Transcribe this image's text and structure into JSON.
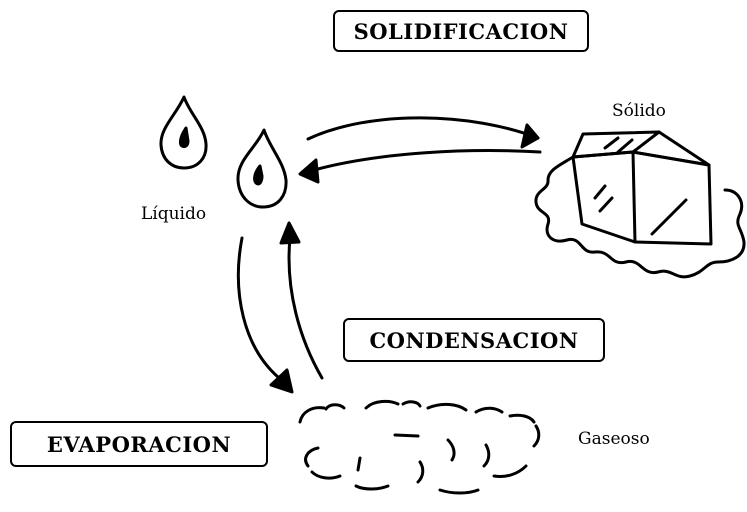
{
  "labels": {
    "solidificacion": "SOLIDIFICACION",
    "condensacion": "CONDENSACION",
    "evaporacion": "EVAPORACION",
    "liquido": "Líquido",
    "solido": "Sólido",
    "gaseoso": "Gaseoso"
  },
  "colors": {
    "ink": "#000000",
    "background": "#ffffff"
  }
}
